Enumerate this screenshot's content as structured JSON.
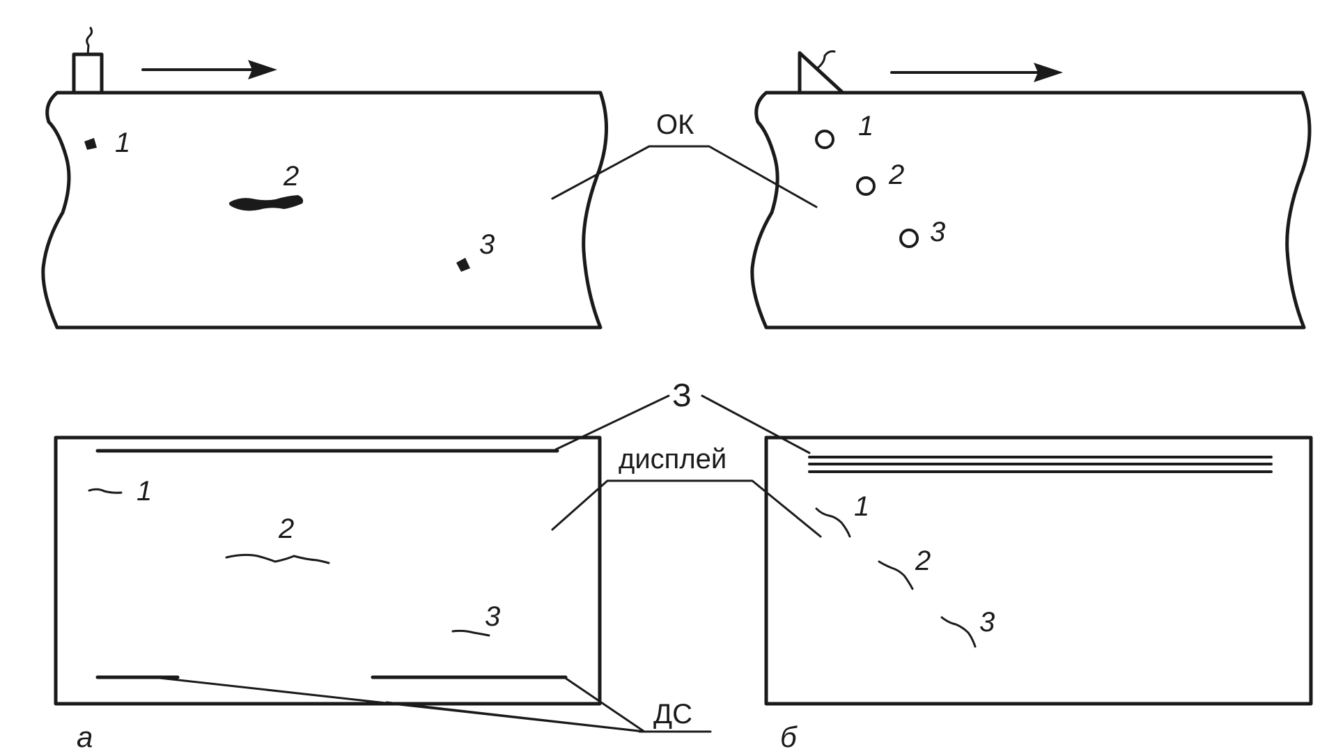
{
  "labels": {
    "object": "ОК",
    "sound": "З",
    "display": "дисплей",
    "dead_zone": "ДС",
    "panel_a": "а",
    "panel_b": "б"
  },
  "defects": {
    "one": "1",
    "two": "2",
    "three": "3"
  }
}
